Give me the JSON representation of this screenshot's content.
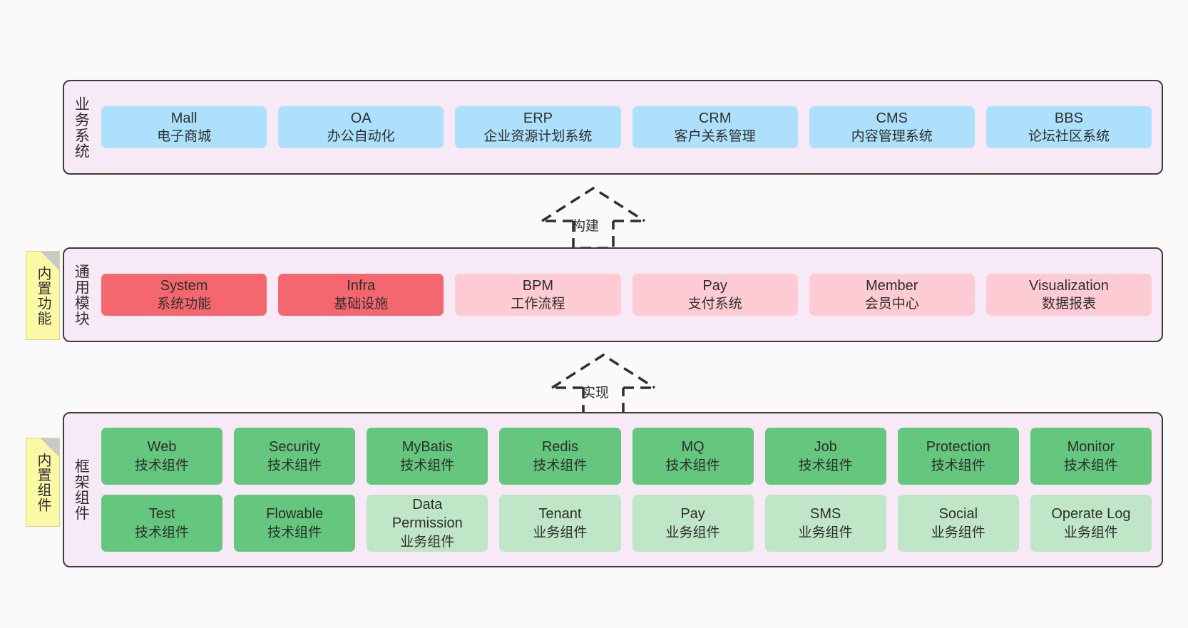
{
  "diagram": {
    "background": "#fafafa",
    "panel_bg": "#f7eaf6",
    "panel_border": "#3c3c3c",
    "colors": {
      "business": "#ade0fb",
      "module_core": "#f4676f",
      "module_optional": "#fccbd3",
      "component_tech": "#65c67d",
      "component_business": "#bfe6c6",
      "note": "#fbf8a6"
    }
  },
  "layers": [
    {
      "id": "business-system",
      "title": "业务系统",
      "rows": [
        {
          "cards": [
            {
              "name": "Mall",
              "sub": "电子商城",
              "style": "c-blue"
            },
            {
              "name": "OA",
              "sub": "办公自动化",
              "style": "c-blue"
            },
            {
              "name": "ERP",
              "sub": "企业资源计划系统",
              "style": "c-blue"
            },
            {
              "name": "CRM",
              "sub": "客户关系管理",
              "style": "c-blue"
            },
            {
              "name": "CMS",
              "sub": "内容管理系统",
              "style": "c-blue"
            },
            {
              "name": "BBS",
              "sub": "论坛社区系统",
              "style": "c-blue"
            }
          ]
        }
      ]
    },
    {
      "id": "common-module",
      "title": "通用模块",
      "note": "内置功能",
      "rows": [
        {
          "cards": [
            {
              "name": "System",
              "sub": "系统功能",
              "style": "c-red"
            },
            {
              "name": "Infra",
              "sub": "基础设施",
              "style": "c-red"
            },
            {
              "name": "BPM",
              "sub": "工作流程",
              "style": "c-pink"
            },
            {
              "name": "Pay",
              "sub": "支付系统",
              "style": "c-pink"
            },
            {
              "name": "Member",
              "sub": "会员中心",
              "style": "c-pink"
            },
            {
              "name": "Visualization",
              "sub": "数据报表",
              "style": "c-pink"
            }
          ]
        }
      ]
    },
    {
      "id": "framework-component",
      "title": "框架组件",
      "note": "内置组件",
      "rows": [
        {
          "cards": [
            {
              "name": "Web",
              "sub": "技术组件",
              "style": "c-green"
            },
            {
              "name": "Security",
              "sub": "技术组件",
              "style": "c-green"
            },
            {
              "name": "MyBatis",
              "sub": "技术组件",
              "style": "c-green"
            },
            {
              "name": "Redis",
              "sub": "技术组件",
              "style": "c-green"
            },
            {
              "name": "MQ",
              "sub": "技术组件",
              "style": "c-green"
            },
            {
              "name": "Job",
              "sub": "技术组件",
              "style": "c-green"
            },
            {
              "name": "Protection",
              "sub": "技术组件",
              "style": "c-green"
            },
            {
              "name": "Monitor",
              "sub": "技术组件",
              "style": "c-green"
            }
          ]
        },
        {
          "cards": [
            {
              "name": "Test",
              "sub": "技术组件",
              "style": "c-green"
            },
            {
              "name": "Flowable",
              "sub": "技术组件",
              "style": "c-green"
            },
            {
              "name": "Data Permission",
              "sub": "业务组件",
              "style": "c-greenlight"
            },
            {
              "name": "Tenant",
              "sub": "业务组件",
              "style": "c-greenlight"
            },
            {
              "name": "Pay",
              "sub": "业务组件",
              "style": "c-greenlight"
            },
            {
              "name": "SMS",
              "sub": "业务组件",
              "style": "c-greenlight"
            },
            {
              "name": "Social",
              "sub": "业务组件",
              "style": "c-greenlight"
            },
            {
              "name": "Operate Log",
              "sub": "业务组件",
              "style": "c-greenlight"
            }
          ]
        }
      ]
    }
  ],
  "arrows": [
    {
      "id": "build",
      "label": "构建"
    },
    {
      "id": "implement",
      "label": "实现"
    }
  ]
}
